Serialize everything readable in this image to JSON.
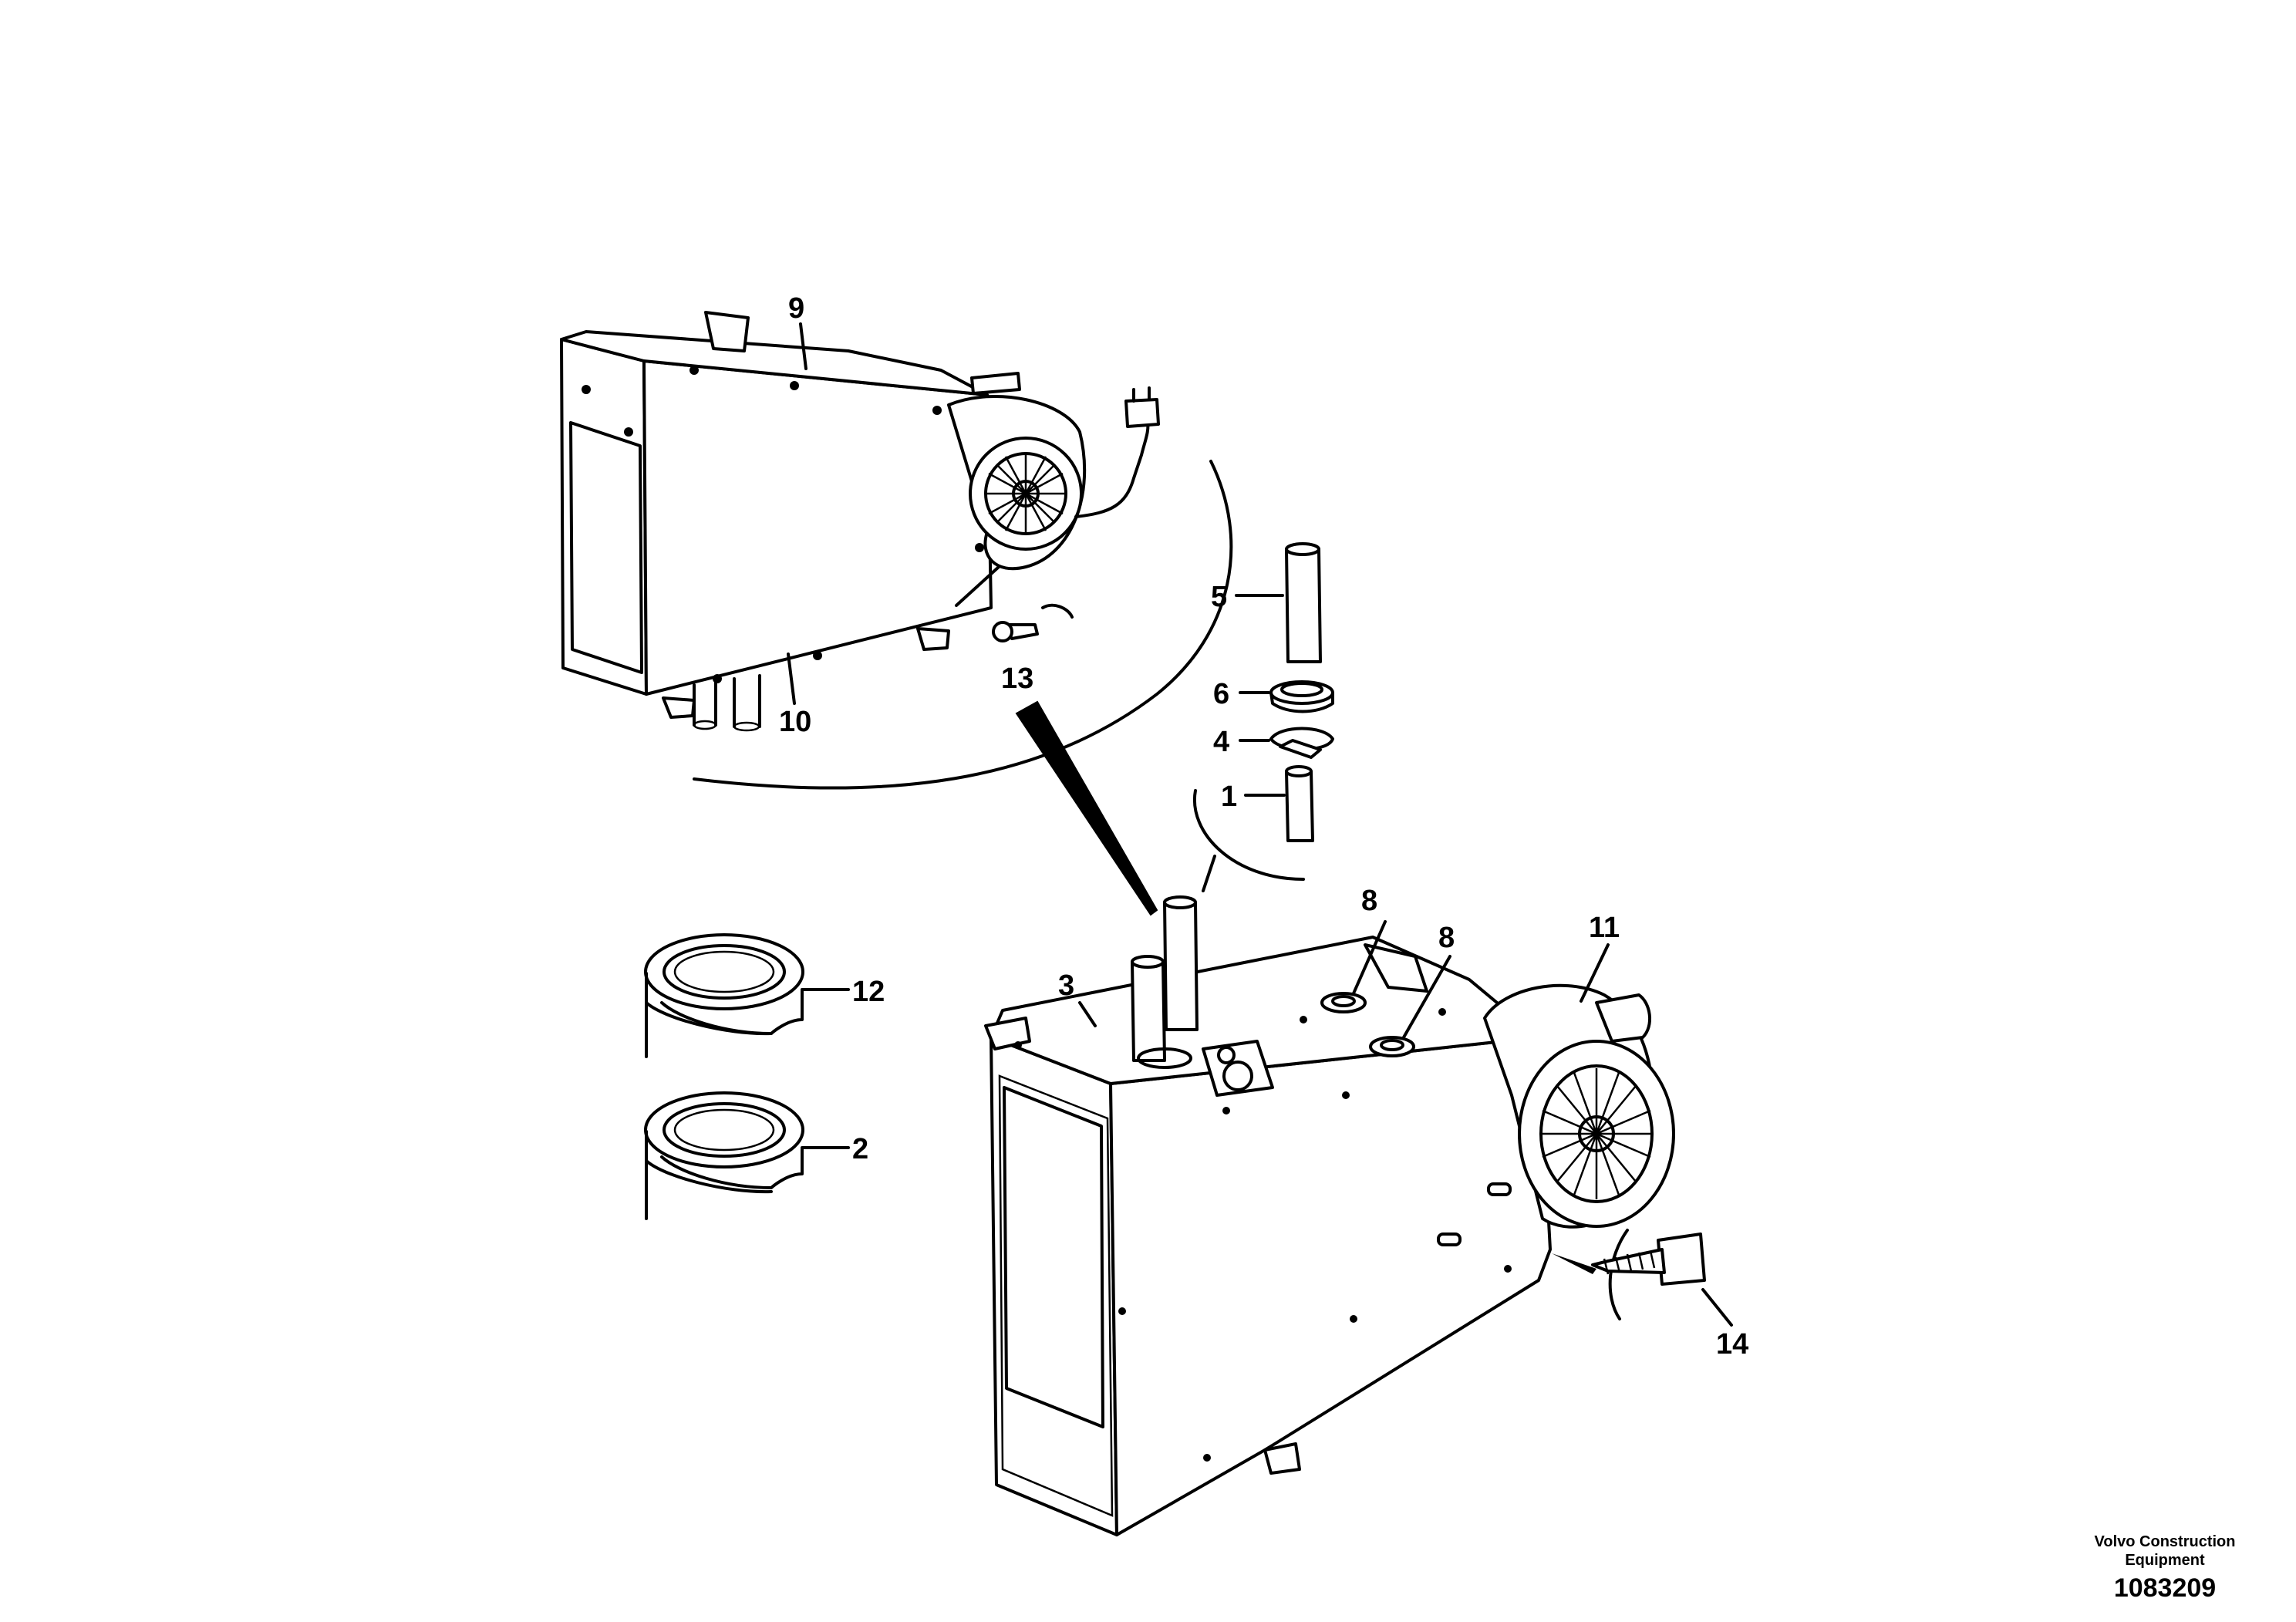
{
  "callouts": {
    "c1": "1",
    "c2": "2",
    "c3": "3",
    "c4": "4",
    "c5": "5",
    "c6": "6",
    "c8a": "8",
    "c8b": "8",
    "c9": "9",
    "c10": "10",
    "c11": "11",
    "c12": "12",
    "c13": "13",
    "c14": "14"
  },
  "credit": {
    "line1": "Volvo Construction",
    "line2": "Equipment",
    "drawing_number": "1083209"
  }
}
